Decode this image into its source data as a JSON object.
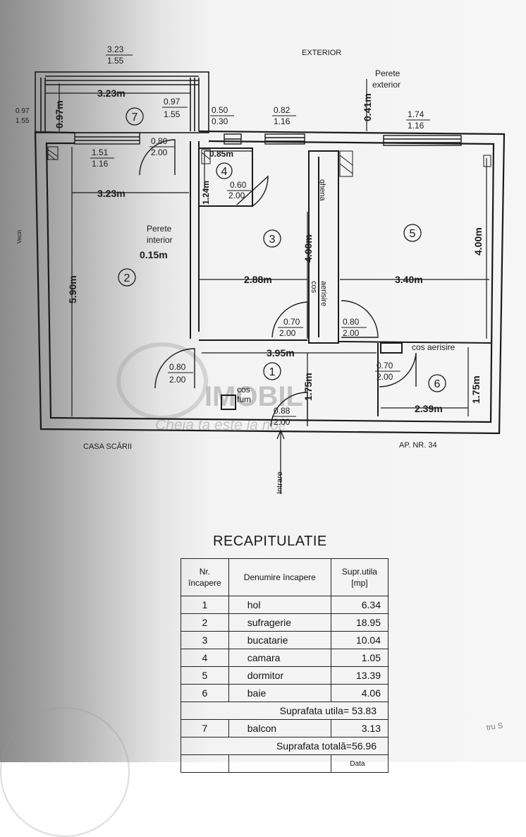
{
  "header": {
    "exterior": "EXTERIOR",
    "exterior_wall": [
      "Perete",
      "exterior"
    ],
    "interior_wall": [
      "Perete",
      "interior"
    ],
    "staircase": "CASA SCĂRII",
    "apartment": "AP. NR. 34",
    "entrance": "Intrare"
  },
  "rooms": [
    {
      "nr": "1",
      "name": "hol"
    },
    {
      "nr": "2",
      "name": "sufragerie"
    },
    {
      "nr": "3",
      "name": "bucatarie"
    },
    {
      "nr": "4",
      "name": "camara"
    },
    {
      "nr": "5",
      "name": "dormitor"
    },
    {
      "nr": "6",
      "name": "baie"
    },
    {
      "nr": "7",
      "name": "balcon"
    }
  ],
  "dimensions": {
    "balcony_width": "3.23m",
    "balcony_depth": "0.97m",
    "living_width": "3.23m",
    "living_depth": "5.90m",
    "interior_wall": "0.15m",
    "pantry_width": "0.85m",
    "pantry_depth": "1.24m",
    "kitchen_width": "2.88m",
    "kitchen_depth": "4.00m",
    "bedroom_width": "3.40m",
    "bedroom_depth": "4.00m",
    "exterior_wall": "0.41m",
    "hall_width": "3.95m",
    "hall_depth": "1.75m",
    "bath_width": "2.39m",
    "bath_depth": "1.75m"
  },
  "openings": {
    "balcony_top": [
      "3.23",
      "1.55"
    ],
    "balcony_side": [
      "0.97",
      "1.55"
    ],
    "balcony_window": [
      "0.97",
      "1.55"
    ],
    "balcony_door": [
      "0.80",
      "2.00"
    ],
    "living_window": [
      "1.51",
      "1.16"
    ],
    "pantry_window": [
      "0.50",
      "0.30"
    ],
    "kitchen_window": [
      "0.82",
      "1.16"
    ],
    "bedroom_window": [
      "1.74",
      "1.16"
    ],
    "pantry_door": [
      "0.60",
      "2.00"
    ],
    "kitchen_door": [
      "0.70",
      "2.00"
    ],
    "bedroom_door": [
      "0.80",
      "2.00"
    ],
    "living_door": [
      "0.80",
      "2.00"
    ],
    "bath_door": [
      "0.70",
      "2.00"
    ],
    "entrance_door": [
      "0.88",
      "2.00"
    ]
  },
  "fixtures": {
    "vent_kitchen": [
      "cos",
      "aerisire"
    ],
    "vent_bath": "cos aerisire",
    "chimney": [
      "cos",
      "fum"
    ],
    "ghena": "ghena",
    "vertical_note": "Vecin"
  },
  "watermark": {
    "brand": "IMOBIL",
    "slogan": "Cheia ta este la noi!"
  },
  "recap": {
    "title": "RECAPITULATIE",
    "headers": {
      "nr": [
        "Nr.",
        "încapere"
      ],
      "name": "Denumire încapere",
      "area": [
        "Supr.utila",
        "[mp]"
      ]
    },
    "rows": [
      {
        "nr": "1",
        "name": "hol",
        "area": "6.34"
      },
      {
        "nr": "2",
        "name": "sufragerie",
        "area": "18.95"
      },
      {
        "nr": "3",
        "name": "bucatarie",
        "area": "10.04"
      },
      {
        "nr": "4",
        "name": "camara",
        "area": "1.05"
      },
      {
        "nr": "5",
        "name": "dormitor",
        "area": "13.39"
      },
      {
        "nr": "6",
        "name": "baie",
        "area": "4.06"
      }
    ],
    "useful_total": "Suprafata utila= 53.83",
    "balcony_row": {
      "nr": "7",
      "name": "balcon",
      "area": "3.13"
    },
    "grand_total": "Suprafata totală=56.96",
    "partial_last": "Data"
  },
  "corner_note": "tru S"
}
